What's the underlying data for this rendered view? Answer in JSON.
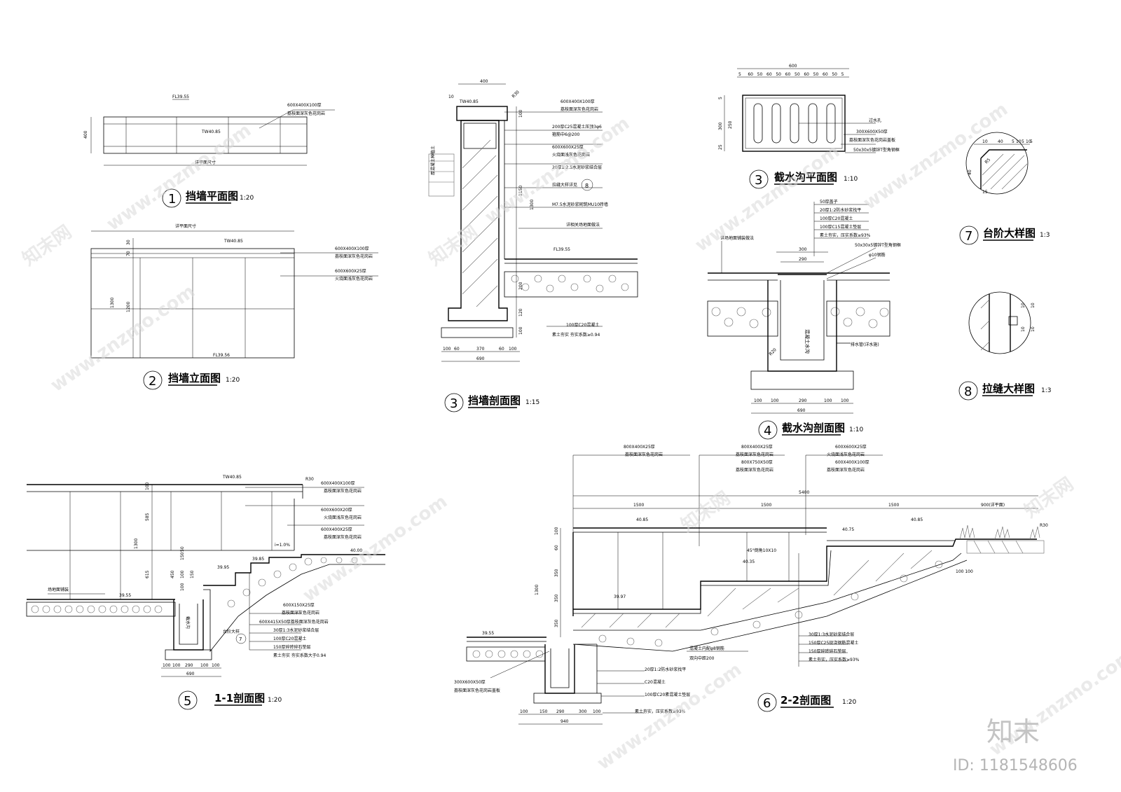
{
  "drawings": {
    "d1": {
      "number": "1",
      "title": "挡墙平面图",
      "scale": "1:20",
      "level": "TW40.85",
      "fl": "FL39.55",
      "note1": "600X400X100厚",
      "note2": "荔枝面深灰色花岗岩",
      "dim_400": "400",
      "bottom_label": "详平面尺寸"
    },
    "d2": {
      "number": "2",
      "title": "挡墙立面图",
      "scale": "1:20",
      "top_dim": "详平面尺寸",
      "level": "TW40.85",
      "fl": "FL39.56",
      "note1": "600X400X100厚",
      "note2": "荔枝面深灰色花岗岩",
      "note3": "600X600X25厚",
      "note4": "火烧面浅灰色花岗岩",
      "dims": [
        "30",
        "70",
        "1300",
        "1200"
      ]
    },
    "d3": {
      "number": "3",
      "title": "挡墙剖面图",
      "scale": "1:15",
      "top_dim": "400",
      "tw": "TW40.85",
      "r": "R30",
      "fl": "FL39.55",
      "dim_10": "10",
      "notes": [
        "600X400X100厚",
        "荔枝面深灰色花岗岩",
        "200厚C25混凝土压顶3φ6",
        "箍筋中6@200",
        "600X600X25厚",
        "火烧面浅灰色花岗岩",
        "20厚1:2.5水泥砂浆结合层",
        "拉缝大样详见",
        "M7.5水泥砂浆砌筑MU10砖墙",
        "详相关场地面做法",
        "100厚C20混凝土",
        "素土夯实 夯实系数≥0.94"
      ],
      "side_note": "厚混凝土种植土",
      "vdims": [
        "100",
        "1300",
        "1150",
        "200",
        "120",
        "100"
      ],
      "bdims": [
        "100",
        "60",
        "370",
        "60",
        "100"
      ],
      "total": "690",
      "ref_num": "8"
    },
    "d3b": {
      "number": "3",
      "title": "截水沟平面图",
      "scale": "1:10",
      "top_dim": "600",
      "sub_dims": [
        "5",
        "60",
        "50",
        "60",
        "50",
        "60",
        "50",
        "60",
        "50",
        "60",
        "50",
        "5"
      ],
      "vdims": [
        "5",
        "300",
        "250",
        "25"
      ],
      "notes": [
        "过水孔",
        "300X600X50厚",
        "荔枝面深灰色花岗岩盖板",
        "50x30x5镀锌T型角钢框"
      ]
    },
    "d4": {
      "number": "4",
      "title": "截水沟剖面图",
      "scale": "1:10",
      "notes": [
        "50厚盖子",
        "20厚1:2防水砂浆找平",
        "100厚C20混凝土",
        "100厚C15混凝土垫层",
        "素土夯实，压实系数≥93%",
        "50x30x5镀锌T型角钢框",
        "φ10钢筋"
      ],
      "left_note": "详场地面铺装做法",
      "dims": [
        "300",
        "290"
      ],
      "inner_label": "混凝土水沟",
      "pipe_note": "排水管(详水施)",
      "r_label": "R20",
      "bdims": [
        "100",
        "100",
        "290",
        "100",
        "100"
      ],
      "total": "690"
    },
    "d7": {
      "number": "7",
      "title": "台阶大样图",
      "scale": "1:3",
      "dims": [
        "10",
        "40",
        "5",
        "10",
        "5",
        "10",
        "5",
        "40",
        "15"
      ],
      "r": "R5"
    },
    "d8": {
      "number": "8",
      "title": "拉缝大样图",
      "scale": "1:3",
      "dims": [
        "10",
        "10",
        "10",
        "10"
      ]
    },
    "d5": {
      "number": "5",
      "title": "1-1剖面图",
      "scale": "1:20",
      "tw": "TW40.85",
      "r": "R30",
      "notes": [
        "600X400X100厚",
        "荔枝面深灰色花岗岩",
        "600X600X20厚",
        "火烧面浅灰色花岗岩",
        "600X400X25厚",
        "荔枝面深灰色花岗岩"
      ],
      "levels": [
        "40.00",
        "39.95",
        "39.85",
        "39.55"
      ],
      "slope": "i=1.0%",
      "ground_note": "场地面铺装",
      "step_notes": [
        "600X150X25厚",
        "荔枝面深灰色花岗岩",
        "600X415X50厚荔枝面深灰色花岗岩",
        "30厚1:3水泥砂浆结合层",
        "100厚C20混凝土",
        "150厚碎砖碎石垫层",
        "素土夯实 夯实系数大于0.94"
      ],
      "ref": "台阶大样",
      "ref_num": "7",
      "vdims": [
        "100",
        "585",
        "1300",
        "615",
        "450",
        "150",
        "50",
        "100",
        "100",
        "150"
      ],
      "bdims": [
        "100",
        "100",
        "290",
        "100",
        "100"
      ],
      "total": "690",
      "drain": "截水沟"
    },
    "d6": {
      "number": "6",
      "title": "2-2剖面图",
      "scale": "1:20",
      "top_notes": [
        "800X400X25厚",
        "荔枝面深灰色花岗岩",
        "800X400X25厚",
        "荔枝面深灰色花岗岩",
        "800X750X50厚",
        "荔枝面深灰色花岗岩",
        "600X600X25厚",
        "火烧面浅灰色花岗岩",
        "600X400X100厚",
        "荔枝面深灰色花岗岩"
      ],
      "total": "5400",
      "spans": [
        "1500",
        "1500",
        "1500",
        "900(详平面)"
      ],
      "levels": [
        "40.85",
        "40.85",
        "40.75",
        "40.35",
        "39.97",
        "39.55"
      ],
      "chamfer": "45°倒角10X10",
      "r": "R30",
      "vdims": [
        "100",
        "60",
        "350",
        "350",
        "350",
        "1300"
      ],
      "mid_notes": [
        "混凝土内配φ8钢筋",
        "双向中距200"
      ],
      "right_notes": [
        "30厚1:3水泥砂浆结合层",
        "150厚C25现浇钢筋混凝土",
        "150厚碎砖碎石垫层",
        "素土夯实，压实系数≥93%"
      ],
      "left_notes": [
        "300X600X50厚",
        "荔枝面深灰色花岗岩盖板"
      ],
      "base_notes": [
        "20厚1:2防水砂浆找平",
        "C20混凝土",
        "100厚C20素混凝土垫层",
        "素土夯实，压实系数≥93%"
      ],
      "bdims": [
        "100",
        "150",
        "290",
        "300",
        "100"
      ],
      "btotal": "940",
      "corner_dim": "100 100"
    }
  },
  "watermarks": {
    "site": "www.znzmo.com",
    "brand": "知末网",
    "logo": "知末",
    "id": "ID: 1181548606"
  }
}
